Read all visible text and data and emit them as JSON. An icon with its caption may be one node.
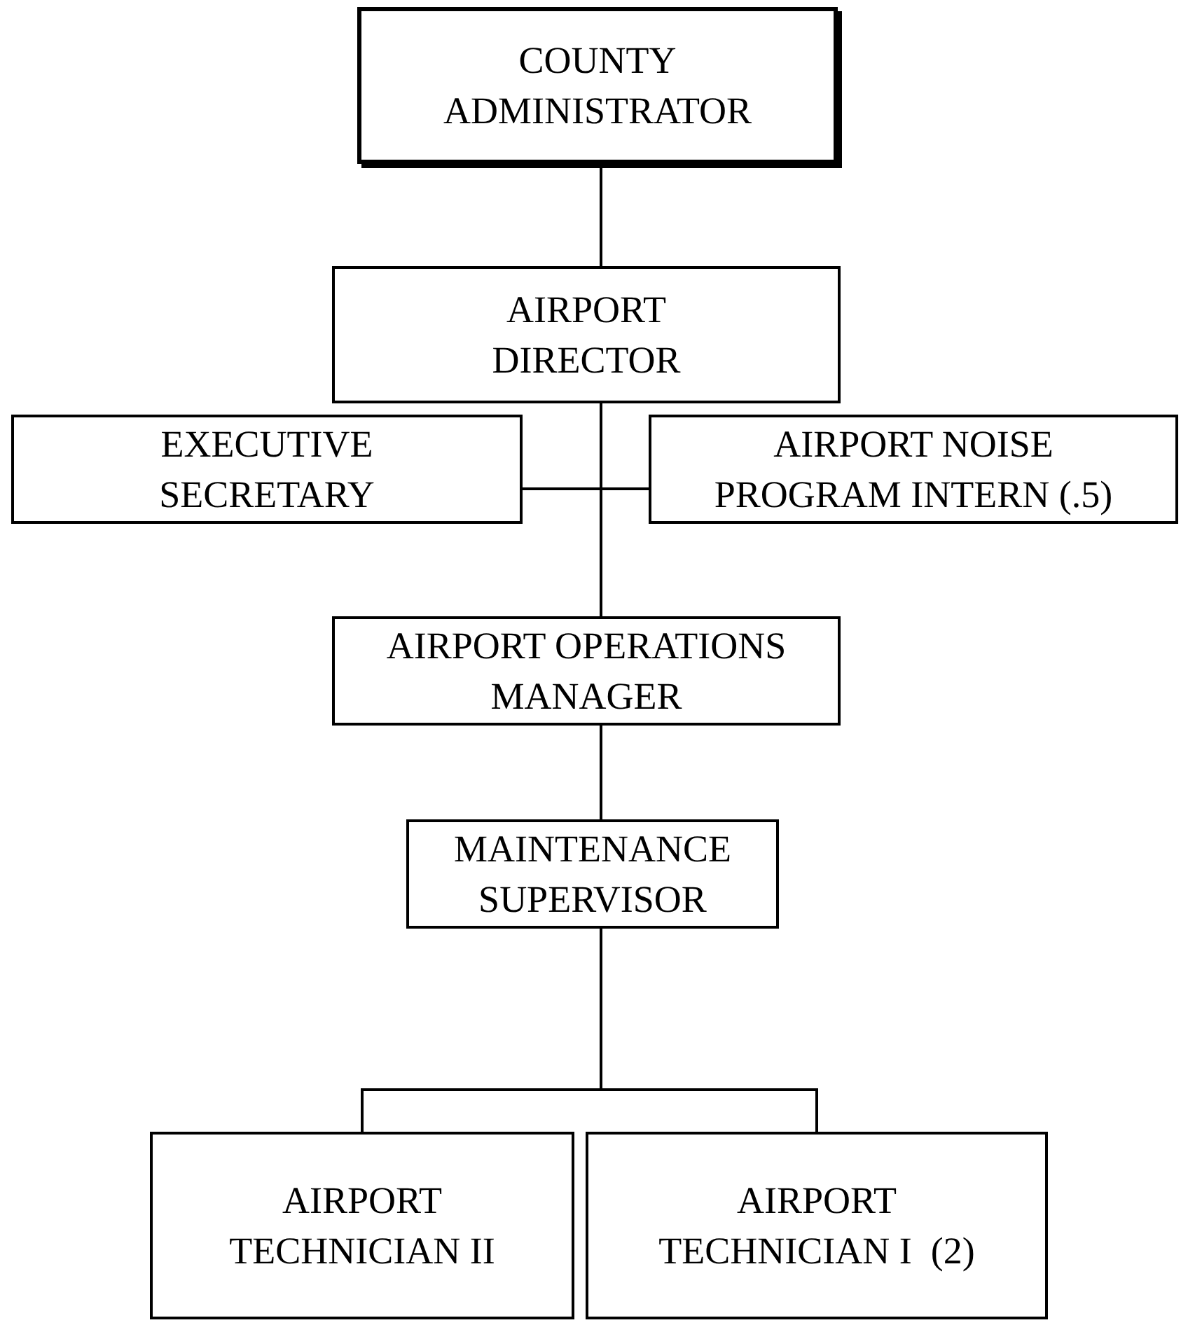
{
  "diagram": {
    "nodes": [
      {
        "text": [
          "COUNTY ADMINISTRATOR"
        ]
      },
      {
        "text": [
          "AIRPORT DIRECTOR"
        ]
      },
      {
        "text": [
          "EXECUTIVE SECRETARY"
        ]
      },
      {
        "text": [
          "AIRPORT NOISE PROGRAM INTERN (.5)"
        ]
      },
      {
        "text": [
          "AIRPORT OPERATIONS MANAGER"
        ]
      },
      {
        "text": [
          "MAINTENANCE SUPERVISOR"
        ]
      },
      {
        "text": [
          "AIRPORT TECHNICIAN II"
        ]
      },
      {
        "text": [
          "AIRPORT TECHNICIAN I  (2)"
        ]
      }
    ],
    "edges": [
      {
        "from": 0,
        "to": 1,
        "arrow": "none"
      },
      {
        "from": 1,
        "to": 2,
        "arrow": "none"
      },
      {
        "from": 1,
        "to": 3,
        "arrow": "none"
      },
      {
        "from": 1,
        "to": 4,
        "arrow": "none"
      },
      {
        "from": 4,
        "to": 5,
        "arrow": "none"
      },
      {
        "from": 5,
        "to": 6,
        "arrow": "none"
      },
      {
        "from": 5,
        "to": 7,
        "arrow": "none"
      }
    ]
  }
}
